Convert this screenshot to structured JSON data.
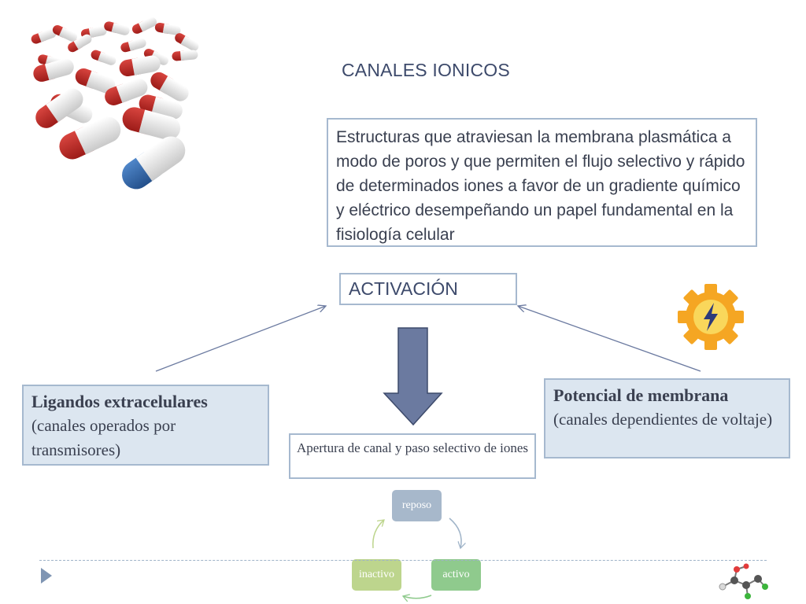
{
  "slide": {
    "title": "CANALES IONICOS",
    "definition": "Estructuras que atraviesan la membrana plasmática a modo de poros y que permiten el flujo selectivo y  rápido de determinados iones a favor de un gradiente químico y eléctrico desempeñando un papel fundamental en la fisiología celular",
    "activation": "ACTIVACIÓN",
    "ligands": {
      "heading": "Ligandos extracelulares",
      "text": "(canales operados por transmisores)"
    },
    "potential": {
      "heading": "Potencial de membrana",
      "text": "(canales dependientes de voltaje)"
    },
    "aperture": "Apertura de canal y paso selectivo de iones",
    "cycle": {
      "reposo": "reposo",
      "activo": "activo",
      "inactivo": "inactivo"
    }
  },
  "colors": {
    "box_border": "#a6b9cf",
    "box_fill": "#dce6f0",
    "down_arrow": "#6b7aa0",
    "reposo": "#a7b8cb",
    "activo": "#8fca8d",
    "inactivo": "#bdd58d",
    "gear": "#f5a623",
    "bolt": "#2d3a7a"
  },
  "icons": [
    "capsule-pills-image",
    "gear-lightning-icon",
    "molecule-icon",
    "play-icon"
  ]
}
